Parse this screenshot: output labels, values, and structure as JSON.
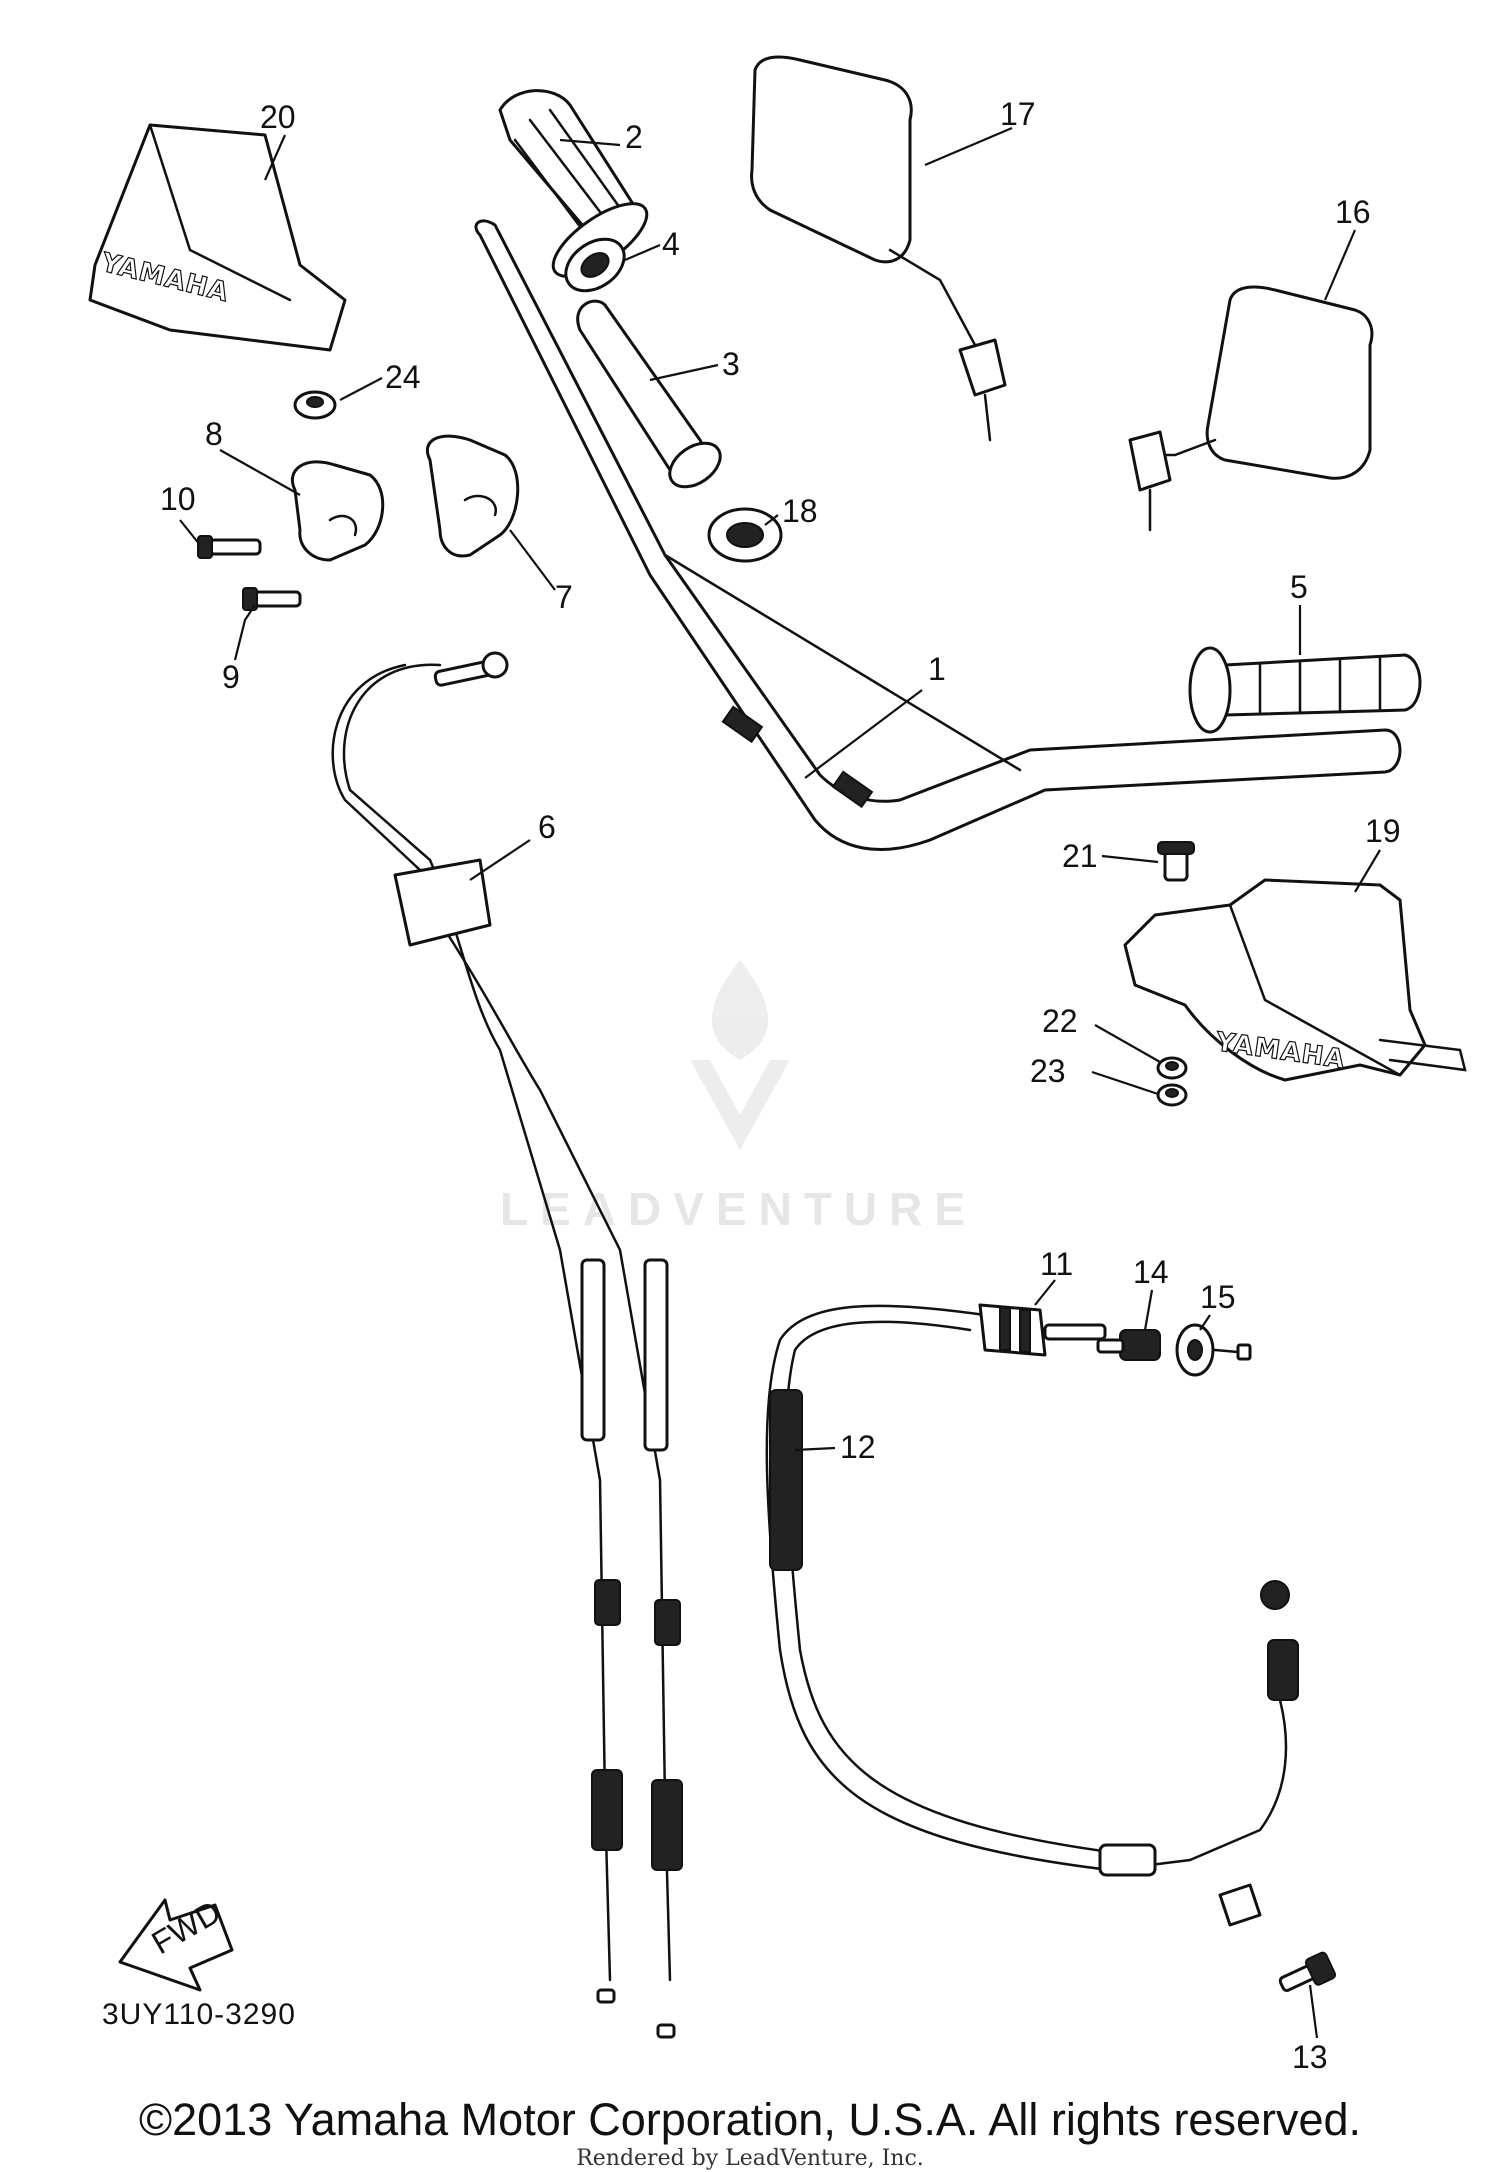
{
  "diagram": {
    "callouts": [
      "1",
      "2",
      "3",
      "4",
      "5",
      "6",
      "7",
      "8",
      "9",
      "10",
      "11",
      "12",
      "13",
      "14",
      "15",
      "16",
      "17",
      "18",
      "19",
      "20",
      "21",
      "22",
      "23",
      "24"
    ],
    "fwd_label": "FWD",
    "brand_text": "YAMAHA",
    "watermark": "LEADVENTURE",
    "diagram_code": "3UY110-3290"
  },
  "footer": {
    "copyright": "©2013 Yamaha Motor Corporation, U.S.A. All rights reserved.",
    "rendered_by": "Rendered by LeadVenture, Inc."
  }
}
